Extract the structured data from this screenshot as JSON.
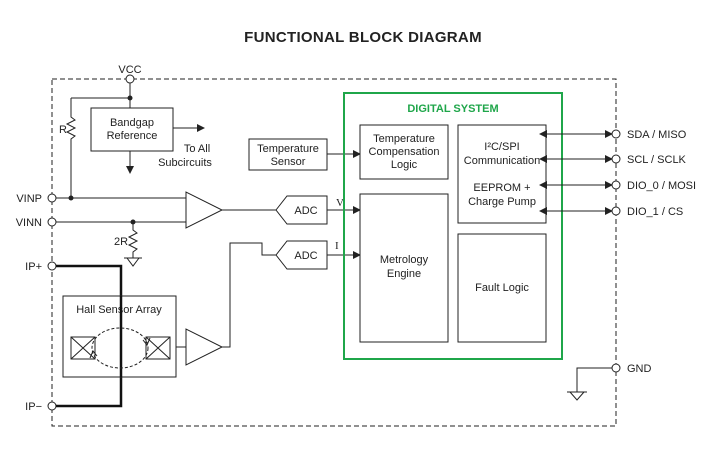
{
  "title": "FUNCTIONAL BLOCK DIAGRAM",
  "digital_system": {
    "label": "DIGITAL SYSTEM",
    "color": "#1fa64a",
    "temp_comp": [
      "Temperature",
      "Compensation",
      "Logic"
    ],
    "comm": [
      "I²C/SPI",
      "Communication",
      "",
      "EEPROM +",
      "Charge Pump"
    ],
    "metrology": [
      "Metrology",
      "Engine"
    ],
    "fault": "Fault Logic"
  },
  "analog": {
    "bandgap": [
      "Bandgap",
      "Reference"
    ],
    "to_all": [
      "To All",
      "Subcircuits"
    ],
    "temp_sensor": [
      "Temperature",
      "Sensor"
    ],
    "adc_label": "ADC",
    "adc_v_tag": "V",
    "adc_i_tag": "I",
    "resistor_r": "R",
    "resistor_2r": "2R",
    "hall_array": "Hall Sensor Array"
  },
  "pins": {
    "vcc": "VCC",
    "vinp": "VINP",
    "vinn": "VINN",
    "ip_plus": "IP+",
    "ip_minus": "IP−",
    "sda": "SDA / MISO",
    "scl": "SCL / SCLK",
    "dio0": "DIO_0 / MOSI",
    "dio1": "DIO_1 / CS",
    "gnd": "GND"
  },
  "colors": {
    "digital_border": "#1fa64a",
    "line": "#222222"
  }
}
